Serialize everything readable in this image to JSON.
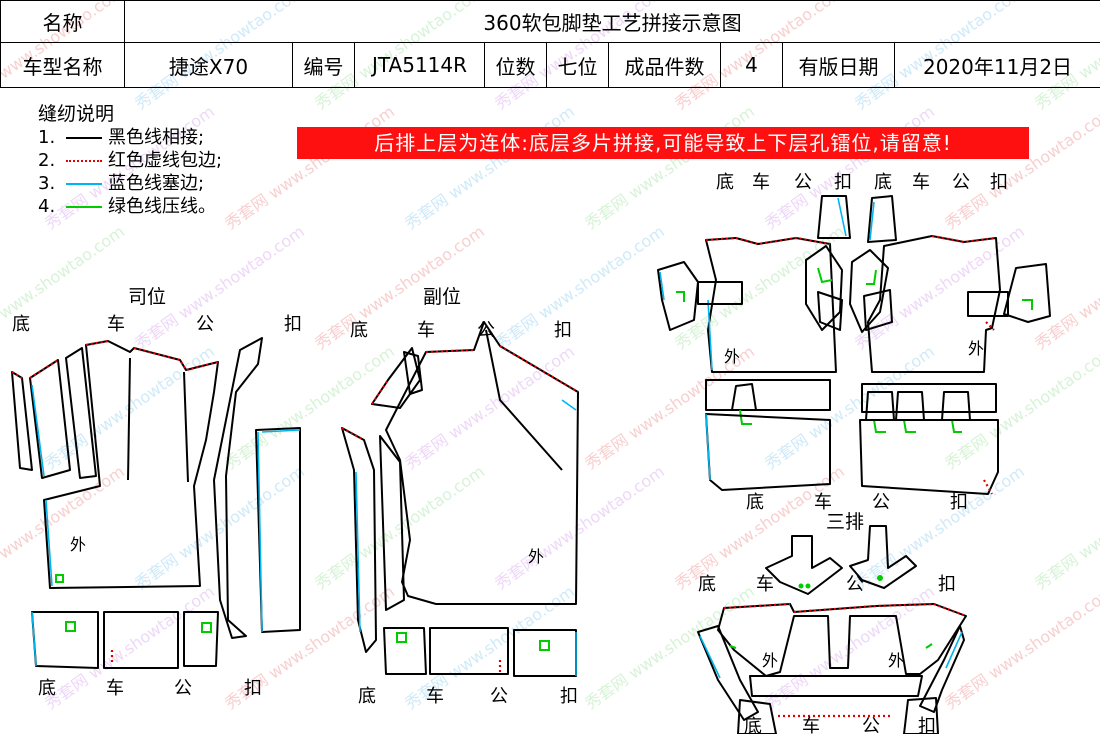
{
  "header": {
    "name_label": "名称",
    "title": "360软包脚垫工艺拼接示意图",
    "car_model_label": "车型名称",
    "car_model": "捷途X70",
    "code_label": "编号",
    "code": "JTA5114R",
    "seats_label": "位数",
    "seats": "七位",
    "pieces_label": "成品件数",
    "pieces": "4",
    "date_label": "有版日期",
    "date": "2020年11月2日"
  },
  "legend": {
    "title": "缝纫说明",
    "items": [
      {
        "num": "1.",
        "text": "黑色线相接;",
        "color": "#000000",
        "style": "solid"
      },
      {
        "num": "2.",
        "text": "红色虚线包边;",
        "color": "#e00000",
        "style": "dotted"
      },
      {
        "num": "3.",
        "text": "蓝色线塞边;",
        "color": "#00b4f0",
        "style": "solid"
      },
      {
        "num": "4.",
        "text": "绿色线压线。",
        "color": "#00cc00",
        "style": "solid"
      }
    ]
  },
  "warning": "后排上层为连体:底层多片拼接,可能导致上下层孔镭位,请留意!",
  "sections": {
    "driver": "司位",
    "passenger": "副位",
    "third_row": "三排"
  },
  "base_label": [
    "底",
    "车",
    "公",
    "扣"
  ],
  "outer_label": "外",
  "watermark": {
    "cn": "秀套网",
    "url": "www.showtao.com"
  },
  "colors": {
    "outline": "#000000",
    "hem": "#e00000",
    "tuck": "#00b4f0",
    "press": "#00cc00",
    "warning_bg": "#ff1010"
  }
}
